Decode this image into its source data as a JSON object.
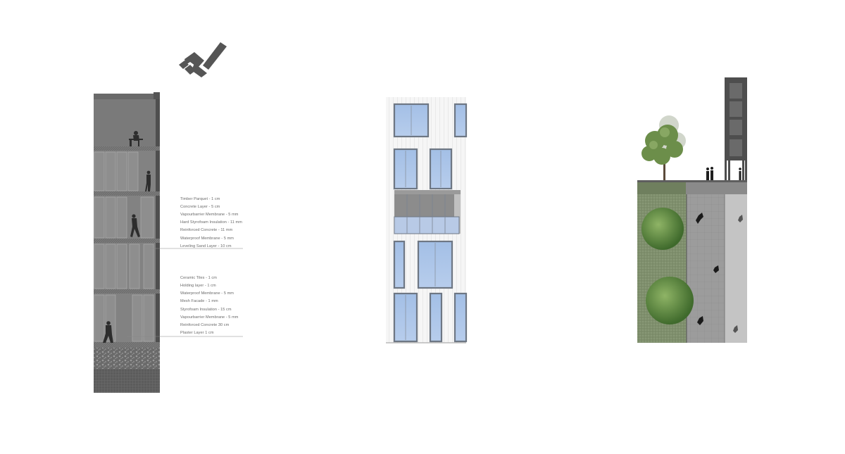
{
  "section_legend": {
    "floor_layers": [
      "Timber Parquet - 1 cm",
      "Concrete Layer - 5 cm",
      "Vapourbarrier Membrane - 5 mm",
      "Hard Styrofoam Insulation - 11 mm",
      "Reinforced Concrete - 11 mm",
      "Waterproof Membrane - 5 mm",
      "Leveling Sand Layer - 10 cm"
    ],
    "wall_layers": [
      "Ceramic Tiles - 1 cm",
      "Holding layer - 1 cm",
      "Waterproof Membrane - 5 mm",
      "Mesh Facade - 1 mm",
      "Styrofoam Insulation - 15 cm",
      "Vapourbarrier Membrane - 5 mm",
      "Reinforced Concrete 30 cm",
      "Plaster Layer 1 cm"
    ]
  },
  "colors": {
    "section_dark": "#5e5e5e",
    "section_mid": "#7c7c7c",
    "section_light": "#9a9a9a",
    "glass_blue": "#a9c3e6",
    "window_frame": "#6e7784",
    "facade_white": "#f4f4f4",
    "grass": "#8a9a78",
    "paving": "#9e9e9e",
    "tree_green": "#6f8f4e",
    "logo_grey": "#555555"
  },
  "icons": [
    "logo-mark-icon",
    "person-silhouette-icon",
    "tree-icon"
  ]
}
